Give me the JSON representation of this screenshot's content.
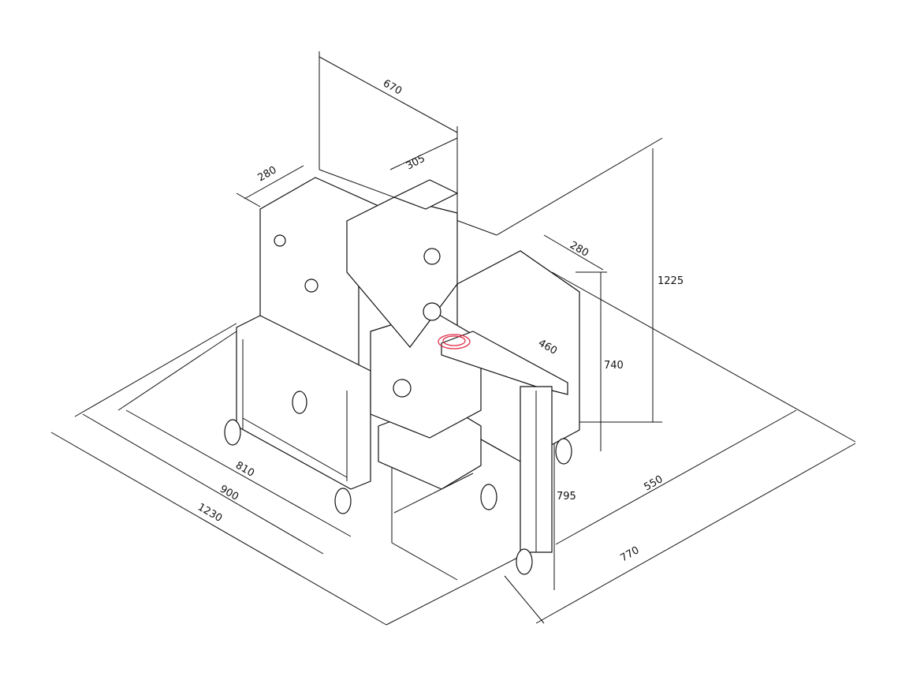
{
  "drawing": {
    "dimensions": {
      "top_width": "670",
      "hopper_width": "305",
      "left_depth": "280",
      "right_depth": "280",
      "overall_height": "1225",
      "arm_length": "460",
      "table_height": "740",
      "outlet_height": "795",
      "right_base": "550",
      "right_overall": "770",
      "left_inner": "810",
      "left_base": "900",
      "left_overall": "1230"
    },
    "colors": {
      "line": "#111111",
      "markup": "#e0304a"
    }
  }
}
